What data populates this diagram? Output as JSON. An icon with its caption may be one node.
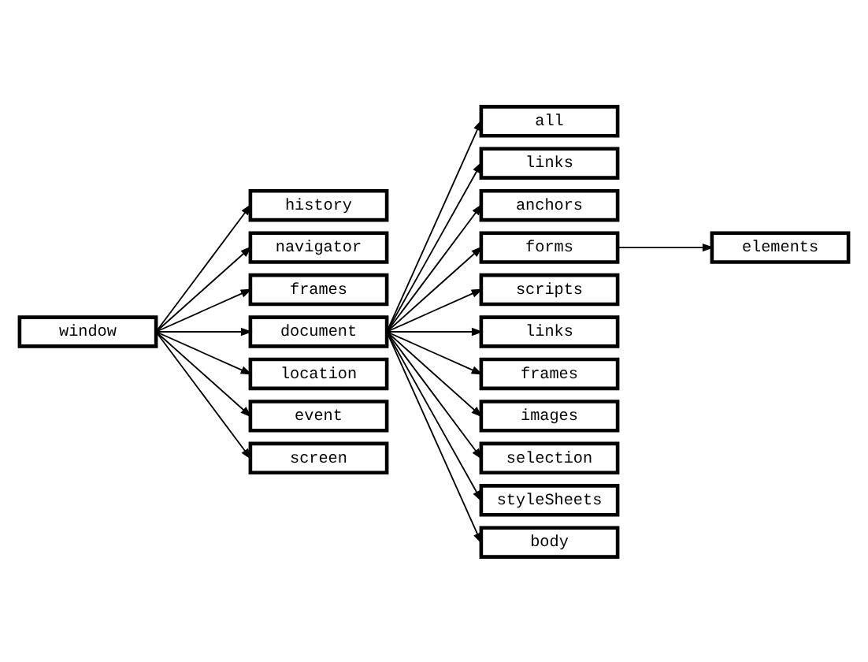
{
  "diagram": {
    "nodes": [
      {
        "text": [
          "window"
        ]
      },
      {
        "text": [
          "history"
        ]
      },
      {
        "text": [
          "navigator"
        ]
      },
      {
        "text": [
          "frames"
        ]
      },
      {
        "text": [
          "document"
        ]
      },
      {
        "text": [
          "location"
        ]
      },
      {
        "text": [
          "event"
        ]
      },
      {
        "text": [
          "screen"
        ]
      },
      {
        "text": [
          "all"
        ]
      },
      {
        "text": [
          "links"
        ]
      },
      {
        "text": [
          "anchors"
        ]
      },
      {
        "text": [
          "forms"
        ]
      },
      {
        "text": [
          "scripts"
        ]
      },
      {
        "text": [
          "links"
        ]
      },
      {
        "text": [
          "frames"
        ]
      },
      {
        "text": [
          "images"
        ]
      },
      {
        "text": [
          "selection"
        ]
      },
      {
        "text": [
          "styleSheets"
        ]
      },
      {
        "text": [
          "body"
        ]
      },
      {
        "text": [
          "elements"
        ]
      }
    ],
    "edges": [
      {
        "from": 0,
        "to": 1,
        "arrow": "to"
      },
      {
        "from": 0,
        "to": 2,
        "arrow": "to"
      },
      {
        "from": 0,
        "to": 3,
        "arrow": "to"
      },
      {
        "from": 0,
        "to": 4,
        "arrow": "to"
      },
      {
        "from": 0,
        "to": 5,
        "arrow": "to"
      },
      {
        "from": 0,
        "to": 6,
        "arrow": "to"
      },
      {
        "from": 0,
        "to": 7,
        "arrow": "to"
      },
      {
        "from": 4,
        "to": 8,
        "arrow": "to"
      },
      {
        "from": 4,
        "to": 9,
        "arrow": "to"
      },
      {
        "from": 4,
        "to": 10,
        "arrow": "to"
      },
      {
        "from": 4,
        "to": 11,
        "arrow": "to"
      },
      {
        "from": 4,
        "to": 12,
        "arrow": "to"
      },
      {
        "from": 4,
        "to": 13,
        "arrow": "to"
      },
      {
        "from": 4,
        "to": 14,
        "arrow": "to"
      },
      {
        "from": 4,
        "to": 15,
        "arrow": "to"
      },
      {
        "from": 4,
        "to": 16,
        "arrow": "to"
      },
      {
        "from": 4,
        "to": 17,
        "arrow": "to"
      },
      {
        "from": 4,
        "to": 18,
        "arrow": "to"
      },
      {
        "from": 11,
        "to": 19,
        "arrow": "to"
      }
    ]
  }
}
